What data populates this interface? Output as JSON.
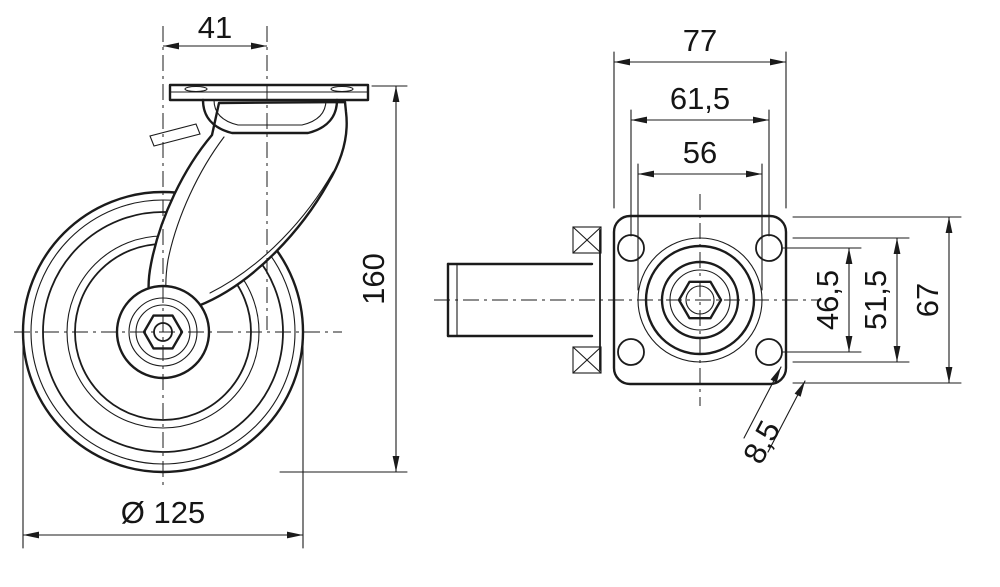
{
  "drawing": {
    "kind": "swivel-caster-technical-drawing",
    "line_color": "#1b1b1b",
    "background": "#ffffff"
  },
  "dims": {
    "d41": "41",
    "d160": "160",
    "d125": "Ø 125",
    "d77": "77",
    "d61_5": "61,5",
    "d56": "56",
    "d46_5": "46,5",
    "d51_5": "51,5",
    "d67": "67",
    "d8_5": "8,5"
  }
}
